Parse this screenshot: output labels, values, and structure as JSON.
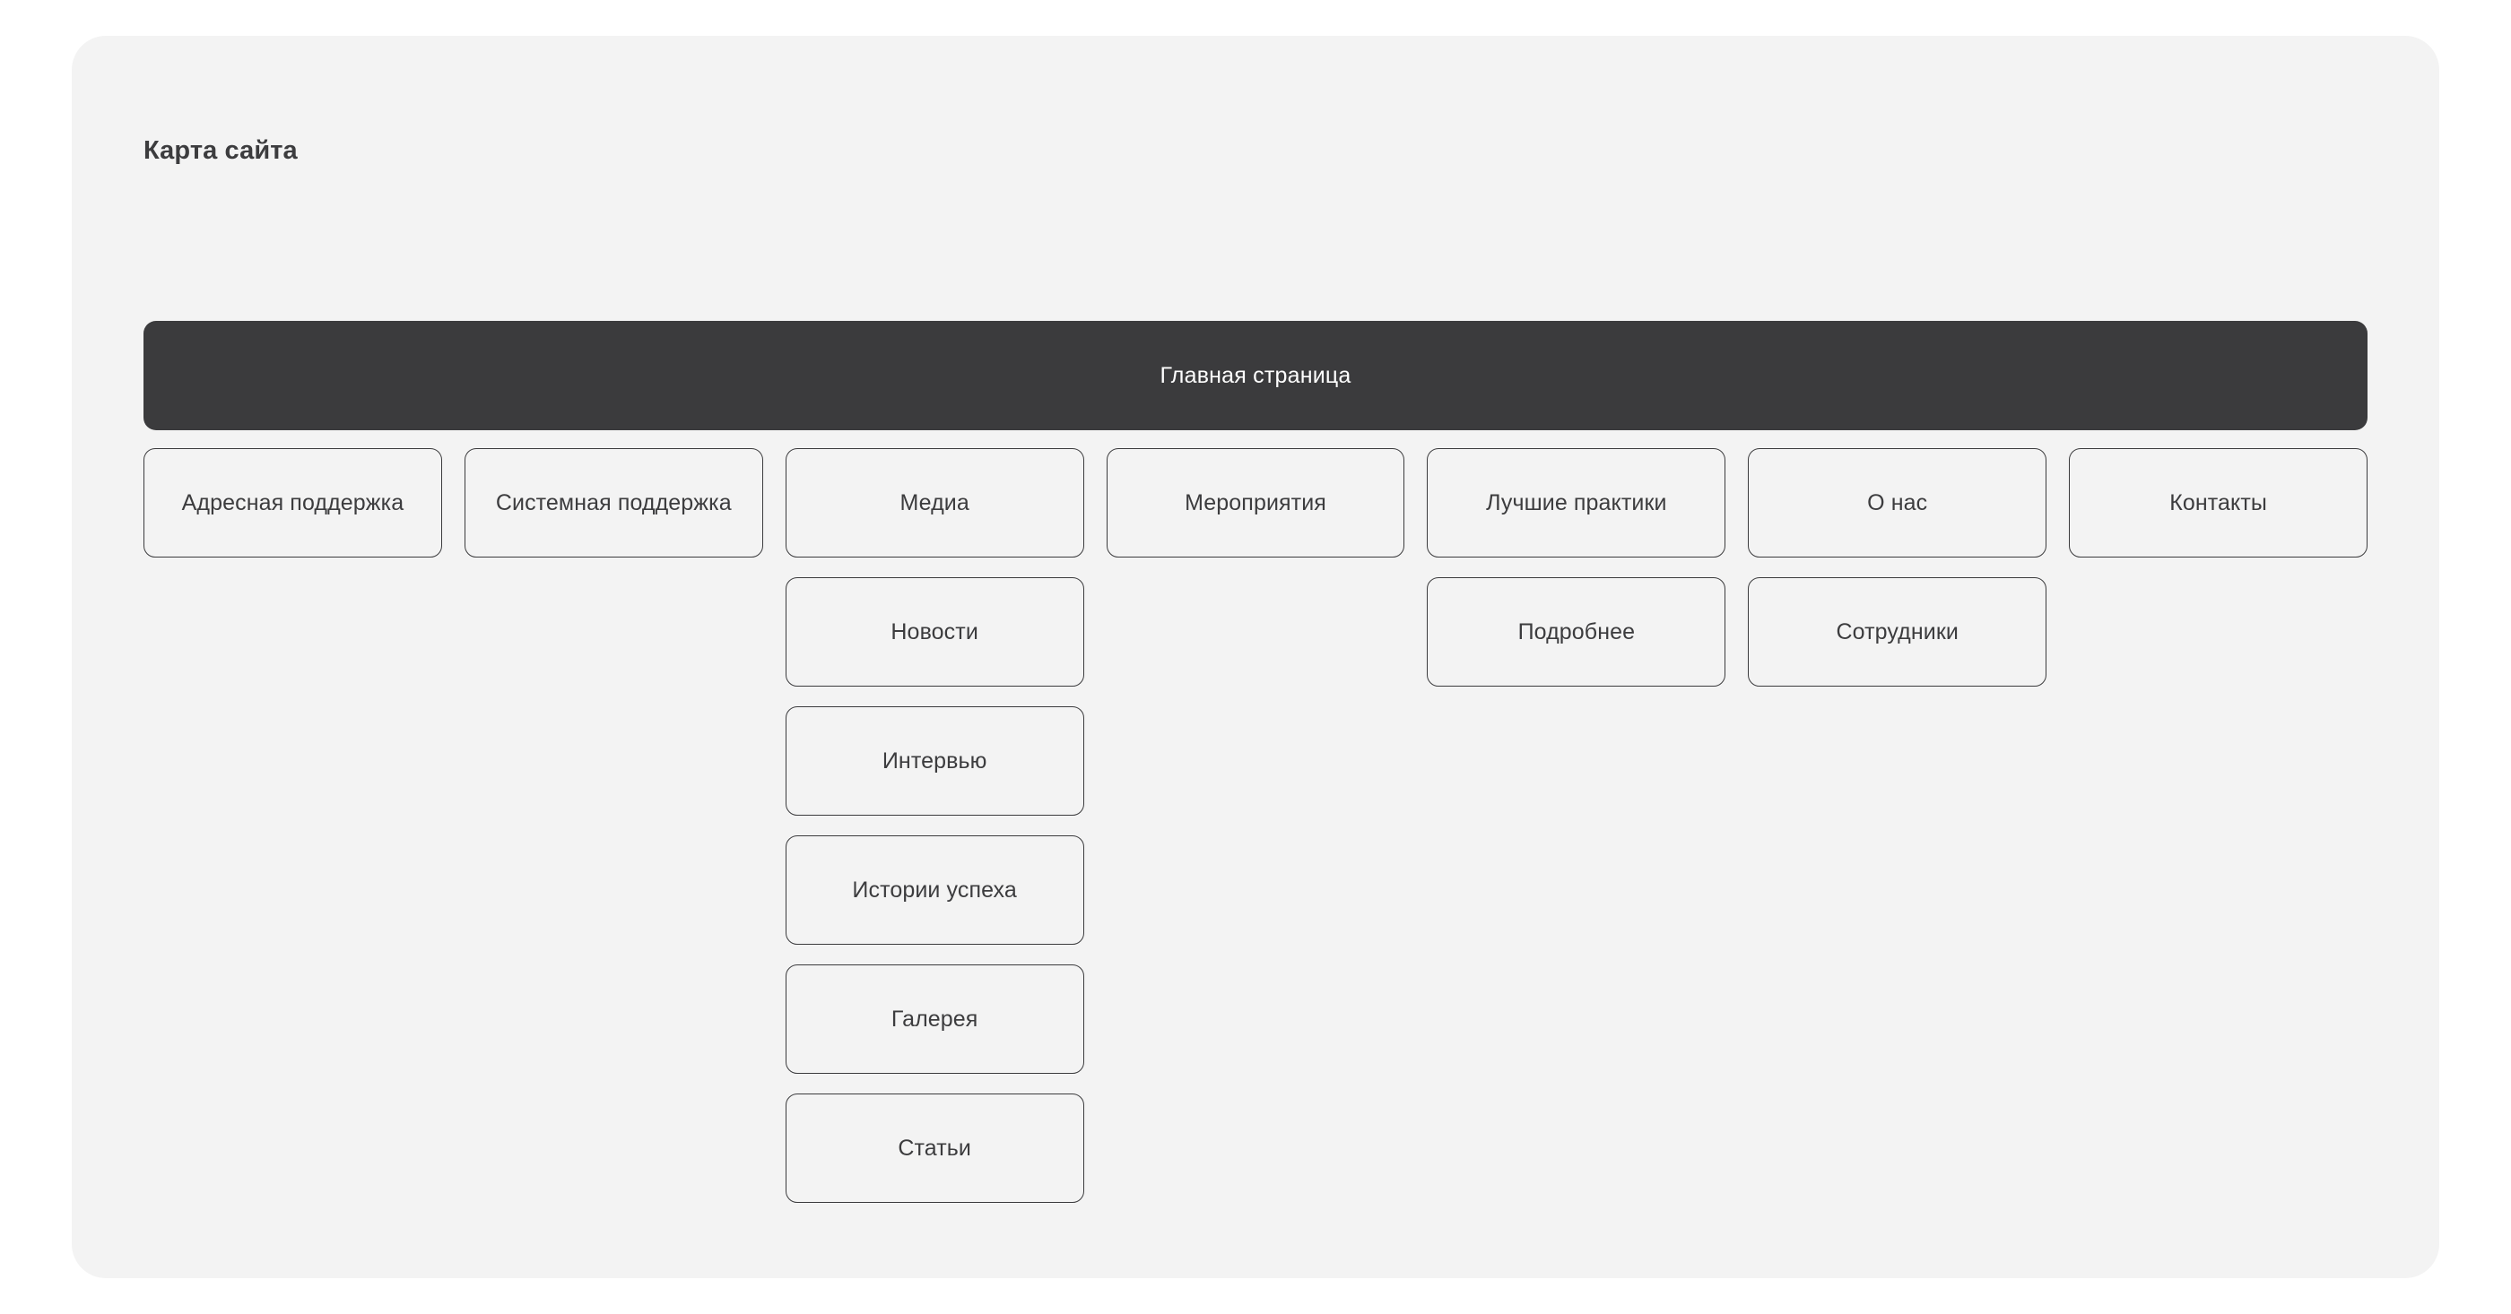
{
  "page": {
    "title": "Карта сайта",
    "background_color": "#ffffff",
    "card_background_color": "#f3f3f3",
    "node_border_color": "#3b3b3d",
    "node_text_color": "#3c3c3e",
    "root_background_color": "#3b3b3d",
    "root_text_color": "#ffffff"
  },
  "sitemap": {
    "root": {
      "label": "Главная страница"
    },
    "columns": [
      {
        "top": {
          "label": "Адресная поддержка"
        },
        "children": []
      },
      {
        "top": {
          "label": "Системная поддержка"
        },
        "children": []
      },
      {
        "top": {
          "label": "Медиа"
        },
        "children": [
          {
            "label": "Новости"
          },
          {
            "label": "Интервью"
          },
          {
            "label": "Истории успеха"
          },
          {
            "label": "Галерея"
          },
          {
            "label": "Статьи"
          }
        ]
      },
      {
        "top": {
          "label": "Мероприятия"
        },
        "children": []
      },
      {
        "top": {
          "label": "Лучшие практики"
        },
        "children": [
          {
            "label": "Подробнее"
          }
        ]
      },
      {
        "top": {
          "label": "О нас"
        },
        "children": [
          {
            "label": "Сотрудники"
          }
        ]
      },
      {
        "top": {
          "label": "Контакты"
        },
        "children": []
      }
    ]
  }
}
